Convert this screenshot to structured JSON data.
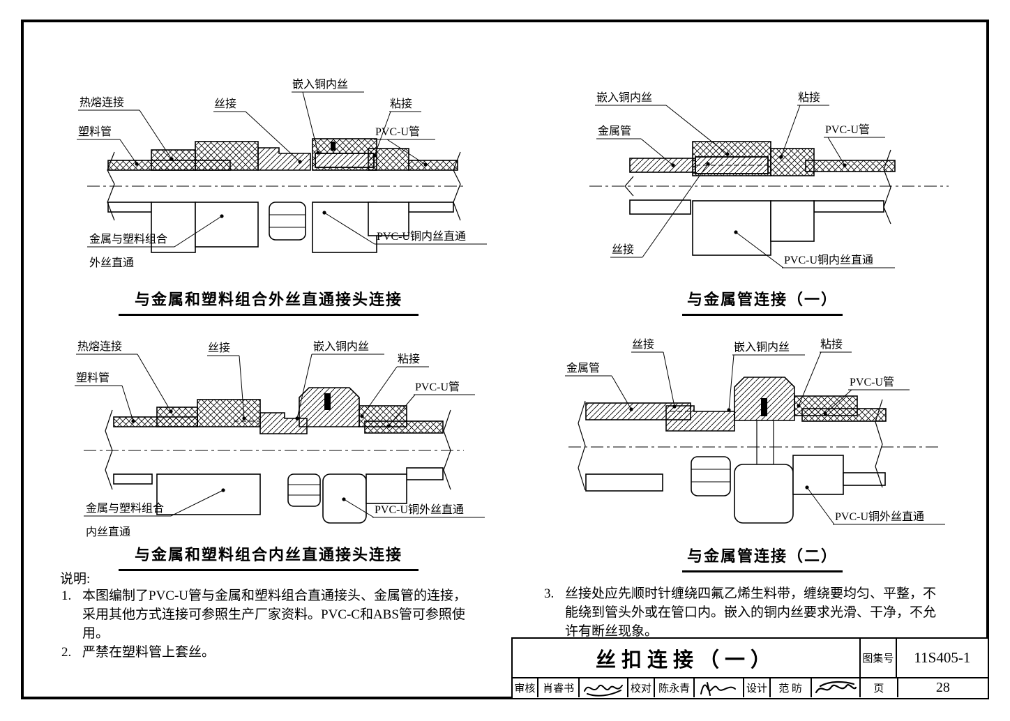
{
  "diagrams": {
    "d1": {
      "caption": "与金属和塑料组合外丝直通接头连接",
      "labels": {
        "hot_melt": "热熔连接",
        "plastic_pipe": "塑料管",
        "thread": "丝接",
        "copper_insert": "嵌入铜内丝",
        "adhesive": "粘接",
        "pvc_pipe": "PVC-U管",
        "fitting_l1": "金属与塑料组合",
        "fitting_l2": "外丝直通",
        "pvc_fitting": "PVC-U铜内丝直通"
      }
    },
    "d2": {
      "caption": "与金属管连接（一）",
      "labels": {
        "copper_insert": "嵌入铜内丝",
        "adhesive": "粘接",
        "metal_pipe": "金属管",
        "pvc_pipe": "PVC-U管",
        "thread": "丝接",
        "pvc_fitting": "PVC-U铜内丝直通"
      }
    },
    "d3": {
      "caption": "与金属和塑料组合内丝直通接头连接",
      "labels": {
        "hot_melt": "热熔连接",
        "thread": "丝接",
        "copper_insert": "嵌入铜内丝",
        "adhesive": "粘接",
        "plastic_pipe": "塑料管",
        "pvc_pipe": "PVC-U管",
        "fitting_l1": "金属与塑料组合",
        "fitting_l2": "内丝直通",
        "pvc_fitting": "PVC-U铜外丝直通"
      }
    },
    "d4": {
      "caption": "与金属管连接（二）",
      "labels": {
        "thread": "丝接",
        "copper_insert": "嵌入铜内丝",
        "adhesive": "粘接",
        "metal_pipe": "金属管",
        "pvc_pipe": "PVC-U管",
        "pvc_fitting": "PVC-U铜外丝直通"
      }
    }
  },
  "notes": {
    "heading": "说明:",
    "items": [
      {
        "no": "1.",
        "lines": [
          "本图编制了PVC-U管与金属和塑料组合直通接头、金属管的连接，",
          "采用其他方式连接可参照生产厂家资料。PVC-C和ABS管可参照使",
          "用。"
        ]
      },
      {
        "no": "2.",
        "lines": [
          "严禁在塑料管上套丝。"
        ]
      },
      {
        "no": "3.",
        "lines": [
          "丝接处应先顺时针缠绕四氟乙烯生料带，缠绕要均匀、平整，不",
          "能绕到管头外或在管口内。嵌入的铜内丝要求光滑、干净，不允",
          "许有断丝现象。"
        ]
      }
    ]
  },
  "titleblock": {
    "title": "丝扣连接（一）",
    "atlas_label": "图集号",
    "atlas_no": "11S405-1",
    "page_label": "页",
    "page_no": "28",
    "roles": [
      {
        "label": "审核",
        "name": "肖睿书"
      },
      {
        "label": "校对",
        "name": "陈永青"
      },
      {
        "label": "设计",
        "name": "范 昉"
      }
    ]
  },
  "colors": {
    "ink": "#000000",
    "paper": "#ffffff"
  }
}
